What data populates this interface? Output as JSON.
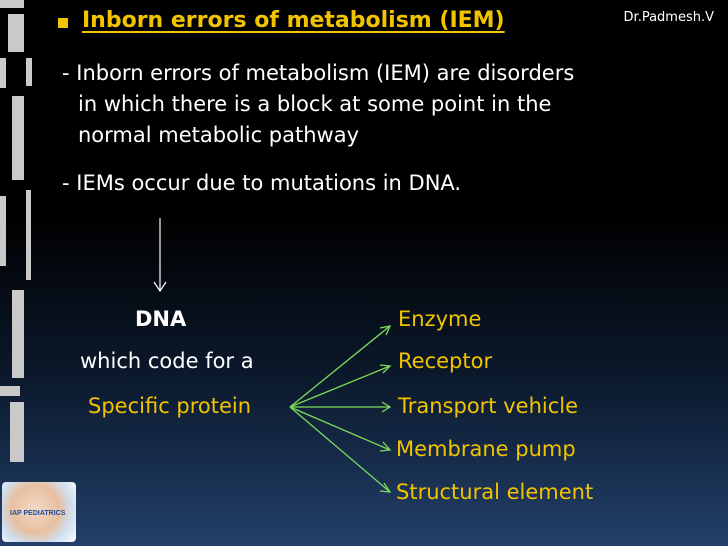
{
  "watermark": "Dr.Padmesh.V",
  "title": "Inborn errors of metabolism (IEM)",
  "paragraph1": {
    "line1": "- Inborn errors of metabolism (IEM) are disorders",
    "line2": "in which there is a block at some point in the",
    "line3": "normal metabolic pathway"
  },
  "paragraph2": "- IEMs occur due to mutations in DNA.",
  "diagram": {
    "dna": "DNA",
    "code_line": "which code for a",
    "specific_protein": "Specific protein",
    "targets": [
      "Enzyme",
      "Receptor",
      "Transport vehicle",
      "Membrane pump",
      "Structural element"
    ]
  },
  "logo_text": "IAP PEDIATRICS",
  "colors": {
    "accent": "#f2c400",
    "arrows": "#7ddc5a",
    "text": "#ffffff"
  }
}
